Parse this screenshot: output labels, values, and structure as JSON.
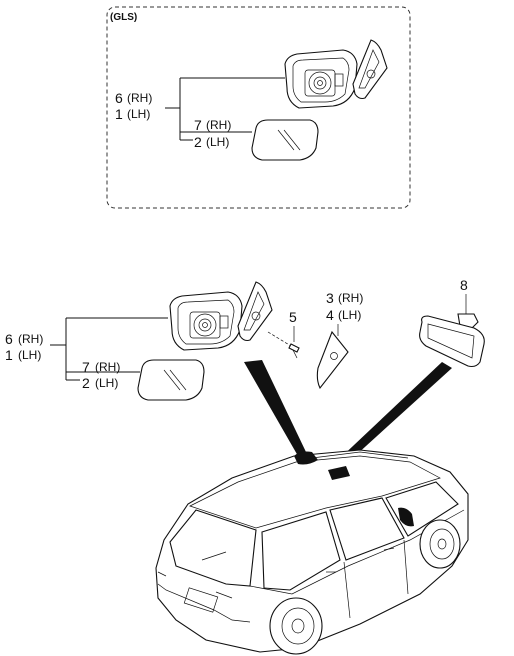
{
  "gls_box": {
    "tag": "(GLS)",
    "mirror_assembly": {
      "num_rh": "6",
      "side_rh": "(RH)",
      "num_lh": "1",
      "side_lh": "(LH)"
    },
    "mirror_glass": {
      "num_rh": "7",
      "side_rh": "(RH)",
      "num_lh": "2",
      "side_lh": "(LH)"
    }
  },
  "main": {
    "mirror_assembly": {
      "num_rh": "6",
      "side_rh": "(RH)",
      "num_lh": "1",
      "side_lh": "(LH)"
    },
    "mirror_glass": {
      "num_rh": "7",
      "side_rh": "(RH)",
      "num_lh": "2",
      "side_lh": "(LH)"
    },
    "screw": {
      "num": "5"
    },
    "cover": {
      "num_rh": "3",
      "side_rh": "(RH)",
      "num_lh": "4",
      "side_lh": "(LH)"
    },
    "inside_mirror": {
      "num": "8"
    }
  }
}
